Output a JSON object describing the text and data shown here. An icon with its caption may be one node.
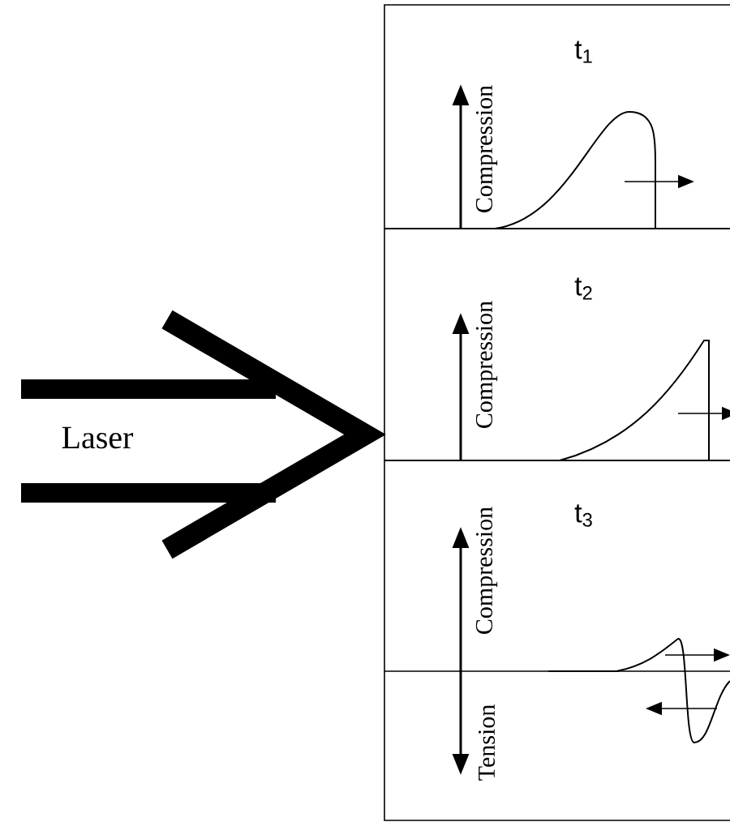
{
  "diagram": {
    "nodes": [
      {
        "text": [
          "t$_{1}$",
          "Compression"
        ]
      },
      {
        "text": [
          "t$_{2}$",
          "Compression"
        ]
      },
      {
        "text": [
          "t$_{3}$",
          "Compression",
          "Tension"
        ]
      }
    ],
    "labels": [
      "Laser"
    ]
  }
}
